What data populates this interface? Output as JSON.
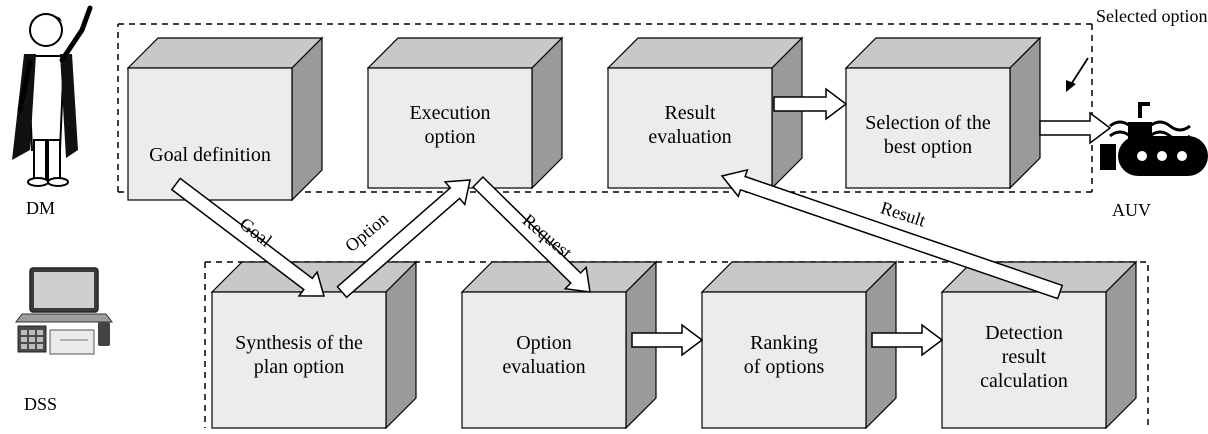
{
  "top_group": {
    "boxes": [
      {
        "id": "goal",
        "label": "Goal definition"
      },
      {
        "id": "exec",
        "label": "Execution\noption"
      },
      {
        "id": "reseval",
        "label": "Result\nevaluation"
      },
      {
        "id": "select",
        "label": "Selection of the\nbest option"
      }
    ]
  },
  "bottom_group": {
    "boxes": [
      {
        "id": "synth",
        "label": "Synthesis of the\nplan option"
      },
      {
        "id": "opteval",
        "label": "Option\nevaluation"
      },
      {
        "id": "rank",
        "label": "Ranking\nof options"
      },
      {
        "id": "detect",
        "label": "Detection\nresult\ncalculation"
      }
    ]
  },
  "actors": {
    "dm": "DM",
    "dss": "DSS",
    "auv": "AUV"
  },
  "arrows": {
    "goal": "Goal",
    "option": "Option",
    "request": "Request",
    "result": "Result",
    "selected_option": "Selected option"
  },
  "colors": {
    "box_front": "#ececec",
    "box_side": "#9a9a9a",
    "box_top": "#c8c8c8",
    "outline": "#000000"
  }
}
